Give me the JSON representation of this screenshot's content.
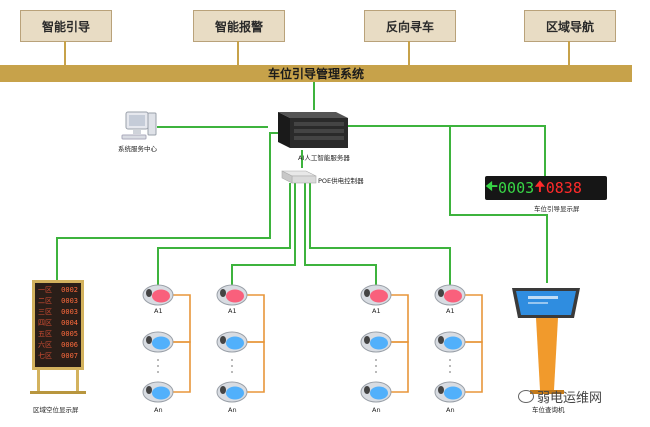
{
  "top_modules": [
    "智能引导",
    "智能报警",
    "反向寻车",
    "区域导航"
  ],
  "system_title": "车位引导管理系统",
  "server_label": "AI人工智能服务器",
  "poe_label": "POE供电控制器",
  "service_center_label": "系统服务中心",
  "guide_screen": {
    "left_count": "0003",
    "right_count": "0838",
    "label": "车位引导显示屏"
  },
  "zone_screen": {
    "label": "区域空位显示屏",
    "rows": [
      {
        "zone": "一区",
        "value": "0002"
      },
      {
        "zone": "二区",
        "value": "0003"
      },
      {
        "zone": "三区",
        "value": "0003"
      },
      {
        "zone": "四区",
        "value": "0004"
      },
      {
        "zone": "五区",
        "value": "0005"
      },
      {
        "zone": "六区",
        "value": "0006"
      },
      {
        "zone": "七区",
        "value": "0007"
      }
    ]
  },
  "kiosk_label": "车位查询机",
  "camera_labels": {
    "top": "A1",
    "bottom": "An"
  },
  "watermark": "弱电运维网",
  "colors": {
    "line": "#3db33d",
    "bus": "#c7a24a",
    "camera_link": "#e8963a",
    "occupied_light": "#ff4a6a",
    "free_light": "#3aa8ff"
  }
}
